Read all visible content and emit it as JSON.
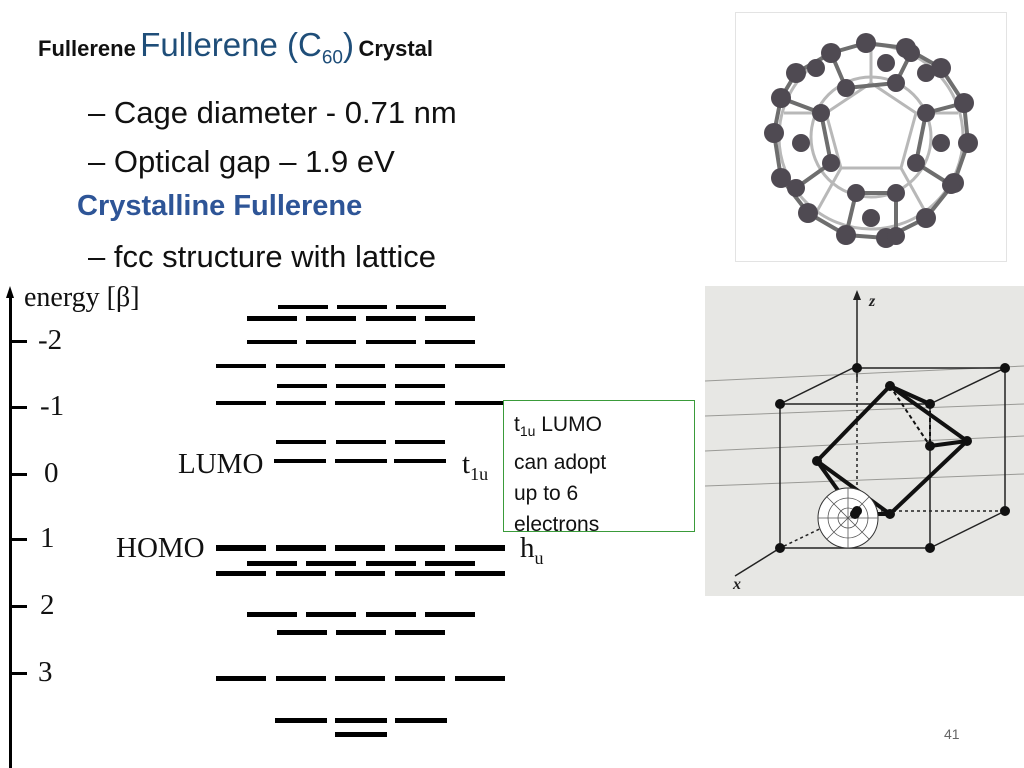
{
  "title": {
    "prefix": "Fullerene",
    "main": "Fullerene (C",
    "subscript": "60",
    "close": ")",
    "suffix": "Crystal"
  },
  "bullets": [
    "– Cage diameter - 0.71 nm",
    "– Optical gap – 1.9 eV"
  ],
  "section_heading": "Crystalline Fullerene",
  "bullet3": "– fcc structure with lattice",
  "energy_diagram": {
    "axis_label": "energy [β]",
    "ticks": [
      "-2",
      "-1",
      "0",
      "1",
      "2",
      "3"
    ],
    "lumo_label": "LUMO",
    "homo_label": "HOMO",
    "t1u_main": "t",
    "t1u_sub": "1u",
    "hu_main": "h",
    "hu_sub": "u"
  },
  "callout": {
    "t_main": "t",
    "t_sub": "1u",
    "line1_rest": " LUMO",
    "line2": "can adopt",
    "line3": "up to 6",
    "line4": "electrons"
  },
  "fcc_figure": {
    "axis_z": "z",
    "axis_x": "x"
  },
  "page_number": "41"
}
